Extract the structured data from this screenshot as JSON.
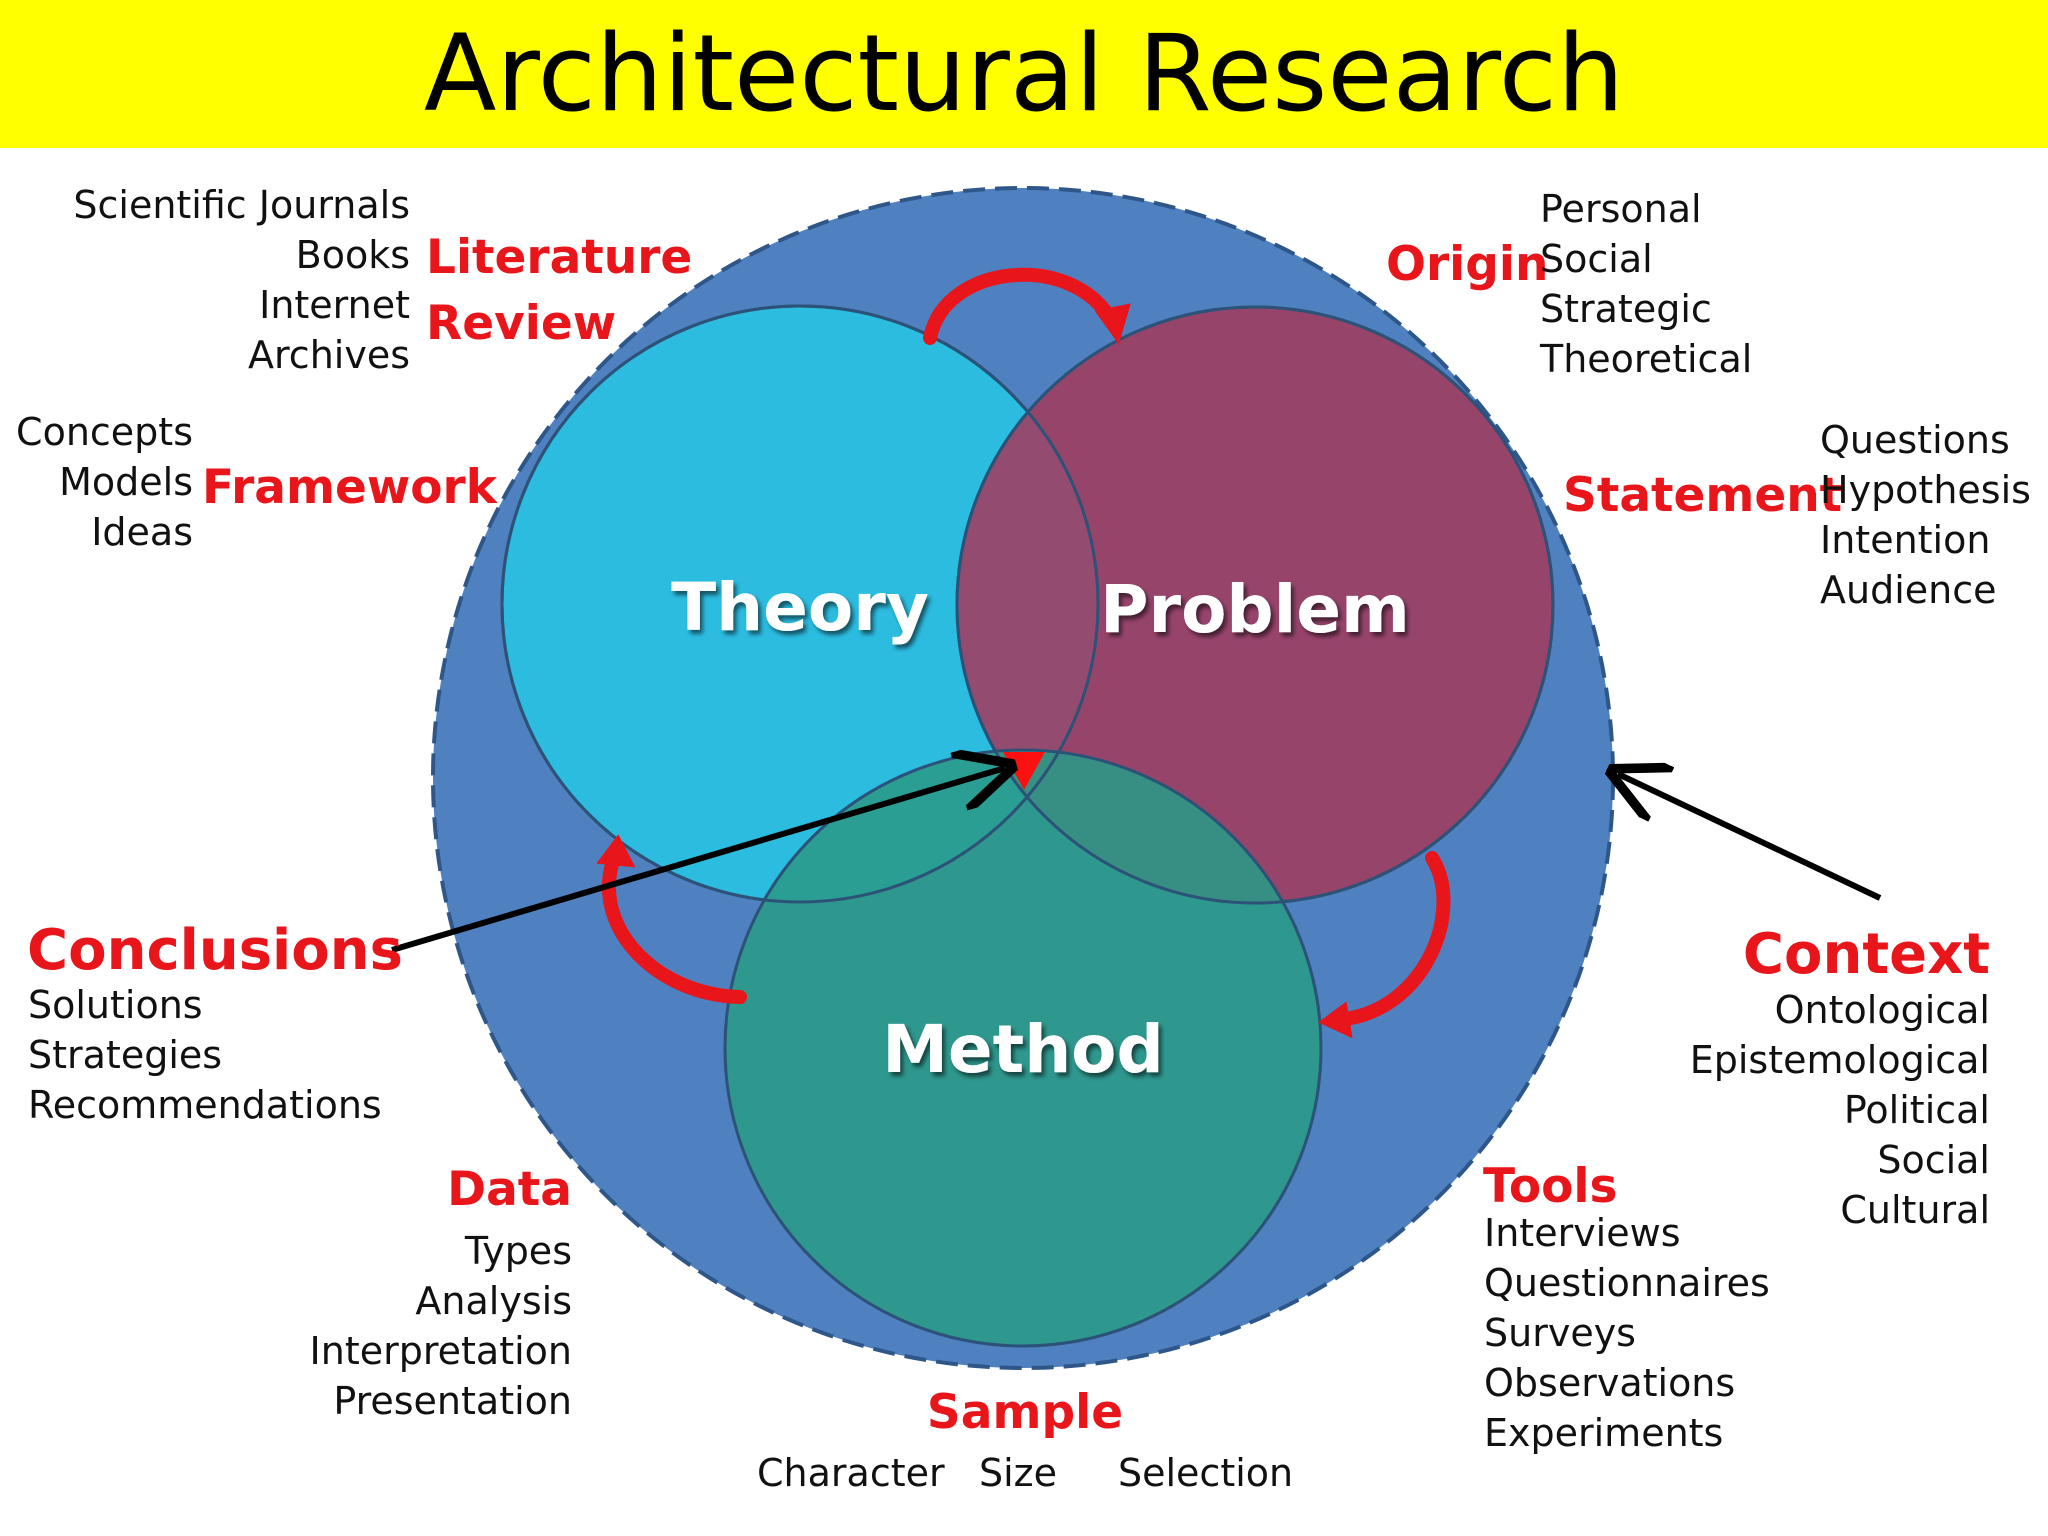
{
  "title": "Architectural Research",
  "colors": {
    "banner": "#ffff00",
    "context_circle": "#4f81c0",
    "theory": "#2bbce0",
    "problem": "#a23b5e",
    "method": "#2a9a86",
    "accent_red": "#e8151b"
  },
  "venn": {
    "theory": "Theory",
    "problem": "Problem",
    "method": "Method"
  },
  "literature_review": {
    "heading_1": "Literature",
    "heading_2": "Review",
    "items": [
      "Scientific Journals",
      "Books",
      "Internet",
      "Archives"
    ]
  },
  "framework": {
    "heading": "Framework",
    "items": [
      "Concepts",
      "Models",
      "Ideas"
    ]
  },
  "origin": {
    "heading": "Origin",
    "items": [
      "Personal",
      "Social",
      "Strategic",
      "Theoretical"
    ]
  },
  "statement": {
    "heading": "Statement",
    "items": [
      "Questions",
      "Hypothesis",
      "Intention",
      "Audience"
    ]
  },
  "conclusions": {
    "heading": "Conclusions",
    "items": [
      "Solutions",
      "Strategies",
      "Recommendations"
    ]
  },
  "context": {
    "heading": "Context",
    "items": [
      "Ontological",
      "Epistemological",
      "Political",
      "Social",
      "Cultural"
    ]
  },
  "data": {
    "heading": "Data",
    "items": [
      "Types",
      "Analysis",
      "Interpretation",
      "Presentation"
    ]
  },
  "tools": {
    "heading": "Tools",
    "items": [
      "Interviews",
      "Questionnaires",
      "Surveys",
      "Observations",
      "Experiments"
    ]
  },
  "sample": {
    "heading": "Sample",
    "items": [
      "Character",
      "Size",
      "Selection"
    ]
  }
}
